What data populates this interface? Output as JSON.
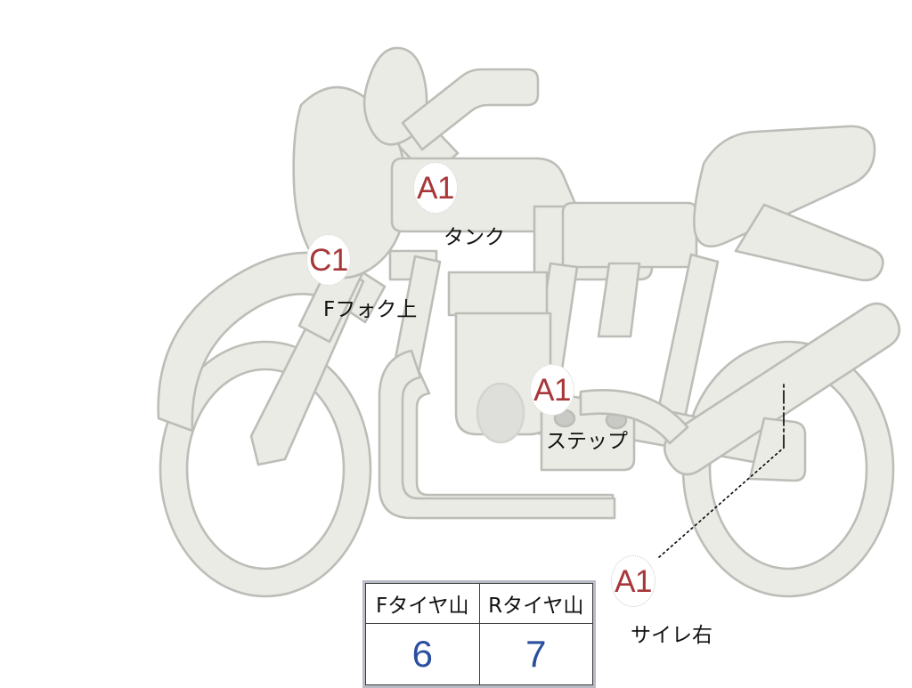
{
  "diagram": {
    "title": "",
    "subject": "motorcycle-side-view-inspection-diagram",
    "colors": {
      "body_fill": "#ebebe6",
      "body_stroke": "#bdbdb8",
      "marker_text": "#a8373a",
      "marker_ring": "#c9c9c4",
      "label_text": "#111111",
      "table_value": "#2b4fa0",
      "table_border": "#3d3d3d",
      "table_outer_border": "#b9bcc6",
      "leader_line": "#111111",
      "background": "#ffffff"
    }
  },
  "markers": [
    {
      "id": "tank",
      "grade": "A1",
      "label": "タンク"
    },
    {
      "id": "ffork",
      "grade": "C1",
      "label": "Fフォク上"
    },
    {
      "id": "step",
      "grade": "A1",
      "label": "ステップ"
    },
    {
      "id": "silencer",
      "grade": "A1",
      "label": "サイレ右"
    }
  ],
  "tire_table": {
    "headers": [
      "Fタイヤ山",
      "Rタイヤ山"
    ],
    "values": [
      "6",
      "7"
    ]
  }
}
